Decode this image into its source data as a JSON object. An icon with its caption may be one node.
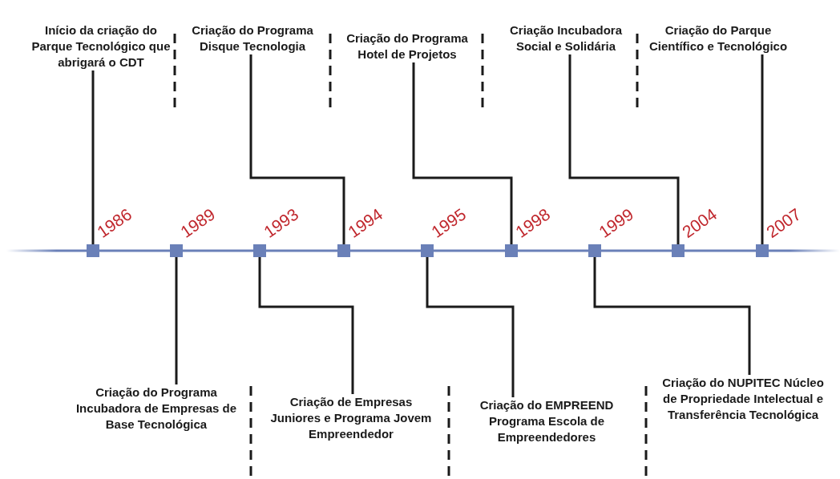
{
  "diagram": {
    "nodes": [
      {
        "text": [
          "Início da criação do Parque Tecnológico que abrigará o CDT"
        ]
      },
      {
        "text": [
          "Criação do Programa Disque Tecnologia"
        ]
      },
      {
        "text": [
          "Criação do Programa Hotel de Projetos"
        ]
      },
      {
        "text": [
          "Criação Incubadora Social e Solidária"
        ]
      },
      {
        "text": [
          "Criação do Parque Científico e Tecnológico"
        ]
      },
      {
        "text": [],
        "shape": "box",
        "beside": [
          "1986"
        ]
      },
      {
        "text": [],
        "shape": "box",
        "beside": [
          "1989"
        ]
      },
      {
        "text": [],
        "shape": "box",
        "beside": [
          "1993"
        ]
      },
      {
        "text": [],
        "shape": "box",
        "beside": [
          "1994"
        ]
      },
      {
        "text": [],
        "shape": "box",
        "beside": [
          "1995"
        ]
      },
      {
        "text": [],
        "shape": "box",
        "beside": [
          "1998"
        ]
      },
      {
        "text": [],
        "shape": "box",
        "beside": [
          "1999"
        ]
      },
      {
        "text": [],
        "shape": "box",
        "beside": [
          "2004"
        ]
      },
      {
        "text": [],
        "shape": "box",
        "beside": [
          "2007"
        ]
      },
      {
        "text": [
          "Criação do Programa Incubadora de Empresas de Base Tecnológica"
        ]
      },
      {
        "text": [
          "Criação de Empresas Juniores e Programa Jovem Empreendedor"
        ]
      },
      {
        "text": [
          "Criação do EMPREEND Programa Escola de Empreendedores"
        ]
      },
      {
        "text": [
          "Criação do NUPITEC Núcleo de Propriedade Intelectual e Transferência Tecnológica"
        ]
      }
    ],
    "edges": [
      {
        "from": 0,
        "to": 5,
        "arrow": "none"
      },
      {
        "from": 1,
        "to": 8,
        "arrow": "none"
      },
      {
        "from": 2,
        "to": 10,
        "arrow": "none"
      },
      {
        "from": 3,
        "to": 12,
        "arrow": "none"
      },
      {
        "from": 4,
        "to": 13,
        "arrow": "none"
      },
      {
        "from": 14,
        "to": 6,
        "arrow": "none"
      },
      {
        "from": 15,
        "to": 7,
        "arrow": "none"
      },
      {
        "from": 16,
        "to": 9,
        "arrow": "none"
      },
      {
        "from": 17,
        "to": 11,
        "arrow": "none"
      }
    ]
  }
}
